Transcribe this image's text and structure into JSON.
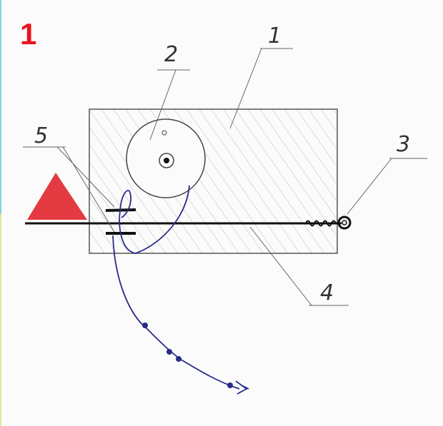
{
  "figure_number": "1",
  "labels": {
    "housing": "1",
    "wheel": "2",
    "ring": "3",
    "line": "4",
    "guides": "5"
  },
  "colors": {
    "figure_number": "#e8141c",
    "triangle": "#e0262c",
    "wire": "#2a2a8a",
    "pencil": "#444444"
  }
}
